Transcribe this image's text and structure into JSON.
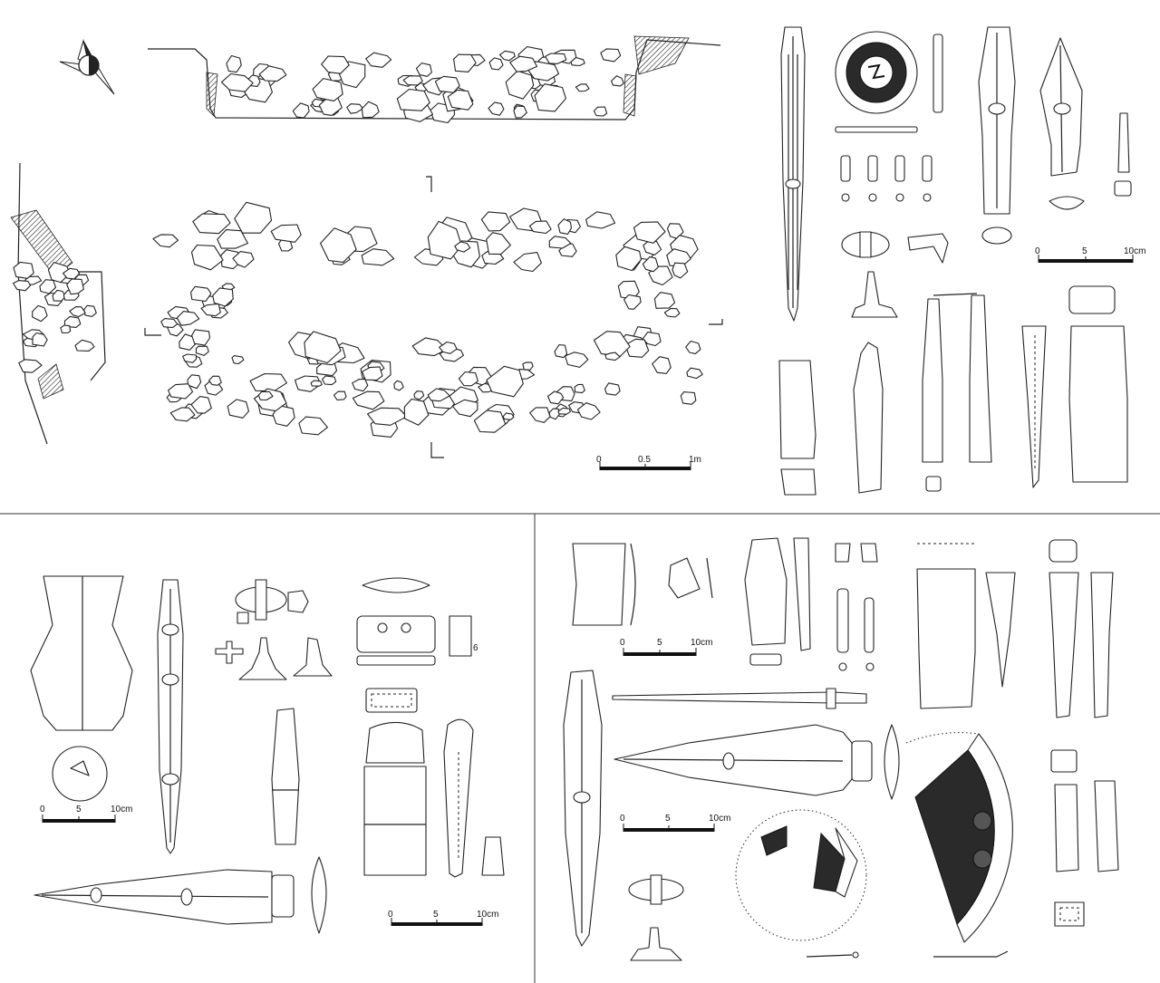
{
  "scale_bars": {
    "plan": {
      "labels": [
        "0",
        "0.5",
        "1m"
      ]
    },
    "artifacts_top": {
      "labels": [
        "0",
        "5",
        "10cm"
      ]
    },
    "artifacts_bottom_left_a": {
      "labels": [
        "0",
        "5",
        "10cm"
      ]
    },
    "artifacts_bottom_left_b": {
      "labels": [
        "0",
        "5",
        "10cm"
      ]
    },
    "artifacts_bottom_right_a": {
      "labels": [
        "0",
        "5",
        "10cm"
      ]
    },
    "artifacts_bottom_right_b": {
      "labels": [
        "0",
        "5",
        "10cm"
      ]
    }
  },
  "annotations": {
    "small_number": "6"
  },
  "icons": {
    "north_arrow": "north-arrow-icon"
  },
  "colors": {
    "ink": "#222222",
    "background": "#ffffff"
  }
}
